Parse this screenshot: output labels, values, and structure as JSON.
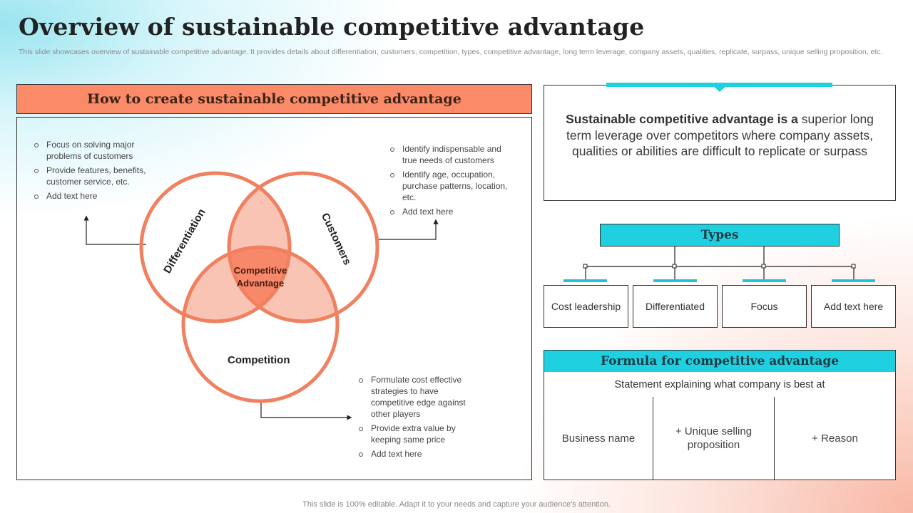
{
  "title": "Overview of sustainable competitive advantage",
  "subtitle": "This slide showcases overview of sustainable competitive advantage. It provides details about differentiation, customers, competition, types, competitive advantage, long term leverage, company assets, qualities, replicate, surpass, unique selling proposition, etc.",
  "left_panel": {
    "header": "How to create sustainable competitive advantage",
    "venn": {
      "circles": [
        {
          "label": "Differentiation"
        },
        {
          "label": "Customers"
        },
        {
          "label": "Competition"
        }
      ],
      "center_label_line1": "Competitive",
      "center_label_line2": "Advantage"
    },
    "differentiation_points": [
      "Focus on solving major problems of customers",
      "Provide features, benefits, customer service, etc.",
      "Add text here"
    ],
    "customers_points": [
      "Identify indispensable and true needs of customers",
      "Identify age, occupation, purchase patterns, location, etc.",
      "Add text here"
    ],
    "competition_points": [
      "Formulate cost effective strategies to have competitive edge against other players",
      "Provide extra value by keeping same price",
      "Add text here"
    ]
  },
  "definition": {
    "bold_part": "Sustainable competitive advantage is a",
    "rest": " superior long term leverage over competitors where company assets, qualities or abilities are difficult to replicate or surpass"
  },
  "types": {
    "header": "Types",
    "items": [
      "Cost leadership",
      "Differentiated",
      "Focus",
      "Add text here"
    ]
  },
  "formula": {
    "header": "Formula for competitive advantage",
    "statement": "Statement explaining what company is best at",
    "cells": [
      "Business name",
      "+ Unique selling proposition",
      "+ Reason"
    ]
  },
  "footer": "This slide is 100% editable. Adapt it to your needs and capture your audience's attention.",
  "colors": {
    "orange_header": "#fb8a68",
    "venn_outline": "#f08060",
    "venn_light": "#f9c4b3",
    "venn_center": "#f7896a",
    "cyan": "#1fd0e0"
  }
}
